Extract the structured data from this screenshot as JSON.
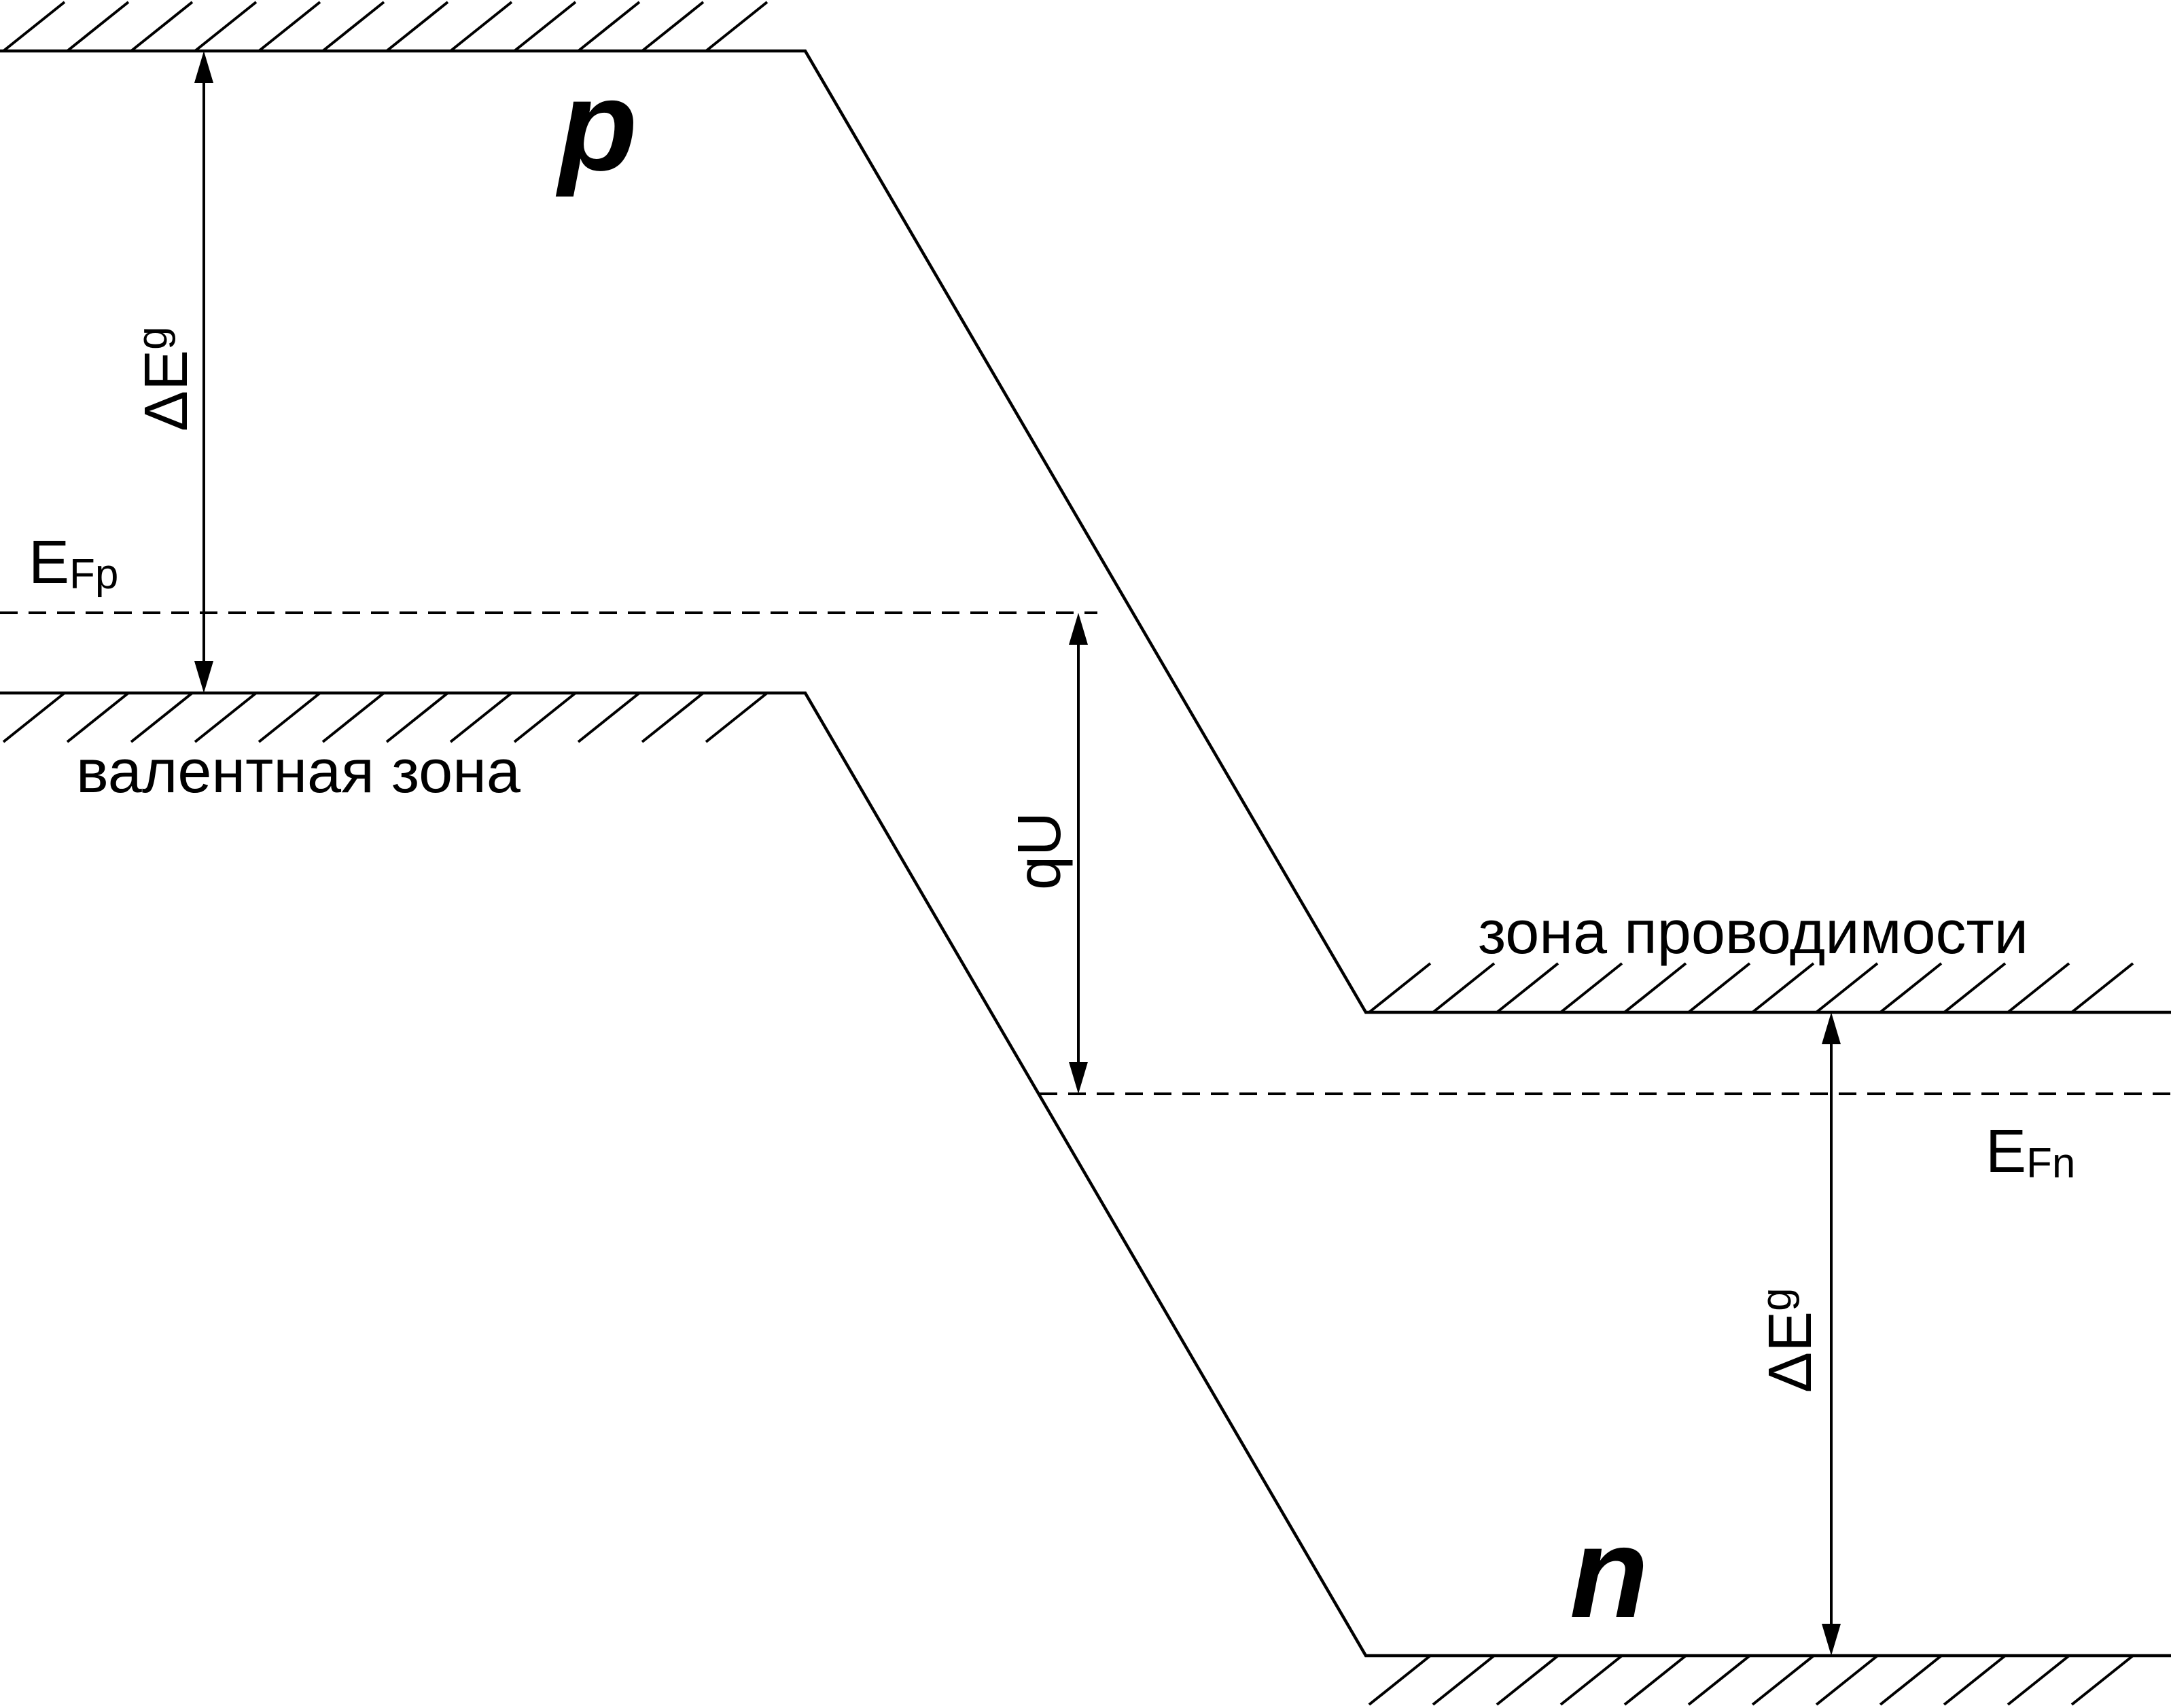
{
  "labels": {
    "p_region": "p",
    "n_region": "n",
    "valence_band": "валентная зона",
    "conduction_band": "зона проводимости",
    "fermi_p_main": "E",
    "fermi_p_sub": "Fp",
    "fermi_n_main": "E",
    "fermi_n_sub": "Fn",
    "gap_left_main": "ΔE",
    "gap_left_sub": "g",
    "gap_right_main": "ΔE",
    "gap_right_sub": "g",
    "barrier": "qU"
  },
  "colors": {
    "ink": "#000000",
    "background": "#ffffff"
  }
}
